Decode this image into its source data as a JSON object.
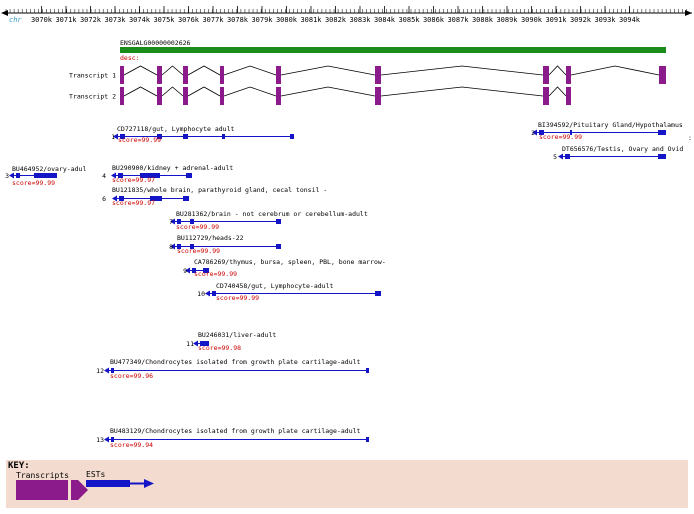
{
  "ruler": {
    "chr_label": "chr",
    "ticks": [
      "3070k",
      "3071k",
      "3072k",
      "3073k",
      "3074k",
      "3075k",
      "3076k",
      "3077k",
      "3078k",
      "3079k",
      "3080k",
      "3081k",
      "3082k",
      "3083k",
      "3084k",
      "3085k",
      "3086k",
      "3087k",
      "3088k",
      "3089k",
      "3090k",
      "3091k",
      "3092k",
      "3093k",
      "3094k"
    ]
  },
  "gene": {
    "id": "ENSGALG00000002626",
    "desc": "desc:",
    "color": "#1a8c1a"
  },
  "transcripts": [
    {
      "label": "Transcript 1"
    },
    {
      "label": "Transcript 2"
    }
  ],
  "colors": {
    "transcript": "#8b1a8b",
    "est": "#1515c8",
    "score": "#cc0000",
    "ruler_label": "#3399cc",
    "key_bg": "#f3dccf"
  },
  "ests": [
    {
      "num": "1",
      "label": "CD727118/gut, Lymphocyte adult",
      "score": "score=99.99"
    },
    {
      "num": "2",
      "label": "BI394592/Pituitary Gland/Hypothalamus",
      "score": "score=99.99"
    },
    {
      "num": "3",
      "label": "BU464952/ovary-adul",
      "score": "score=99.99"
    },
    {
      "num": "4",
      "label": "BU290900/kidney + adrenal-adult",
      "score": "score=99.97"
    },
    {
      "num": "5",
      "label": "DT656576/Testis, Ovary and Ovid",
      "score": ""
    },
    {
      "num": "6",
      "label": "BU121835/whole brain, parathyroid gland, cecal tonsil -",
      "score": "score=99.97"
    },
    {
      "num": "7",
      "label": "BU281362/brain - not cerebrum or cerebellum-adult",
      "score": "score=99.99"
    },
    {
      "num": "8",
      "label": "BU112729/heads-22",
      "score": "score=99.99"
    },
    {
      "num": "9",
      "label": "CA786269/thymus, bursa, spleen, PBL, bone marrow-",
      "score": "score=99.99"
    },
    {
      "num": "10",
      "label": "CD740458/gut, Lymphocyte-adult",
      "score": "score=99.99"
    },
    {
      "num": "11",
      "label": "BU246031/liver-adult",
      "score": "score=99.98"
    },
    {
      "num": "12",
      "label": "BU477349/Chondrocytes isolated from growth plate cartilage-adult",
      "score": "score=99.96"
    },
    {
      "num": "13",
      "label": "BU483129/Chondrocytes isolated from growth plate cartilage-adult",
      "score": "score=99.94"
    }
  ],
  "key": {
    "title": "KEY:",
    "transcripts_label": "Transcripts",
    "ests_label": "ESTs"
  }
}
